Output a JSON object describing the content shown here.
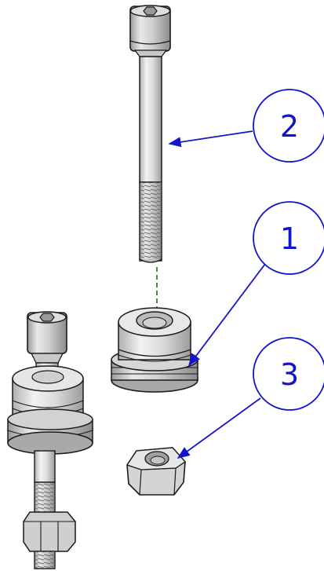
{
  "colors": {
    "balloon_stroke": "#1414c8",
    "balloon_text": "#1414c8",
    "leader_line": "#1414c8",
    "axis_line": "#1f8a1f",
    "metal_light": "#e6e6e6",
    "metal_mid": "#bdbdbd",
    "metal_dark": "#8a8a8a",
    "outline": "#1a1a1a"
  },
  "balloons": [
    {
      "label": "2",
      "part": "socket-head-cap-screw"
    },
    {
      "label": "1",
      "part": "bushing"
    },
    {
      "label": "3",
      "part": "hex-nut"
    }
  ]
}
